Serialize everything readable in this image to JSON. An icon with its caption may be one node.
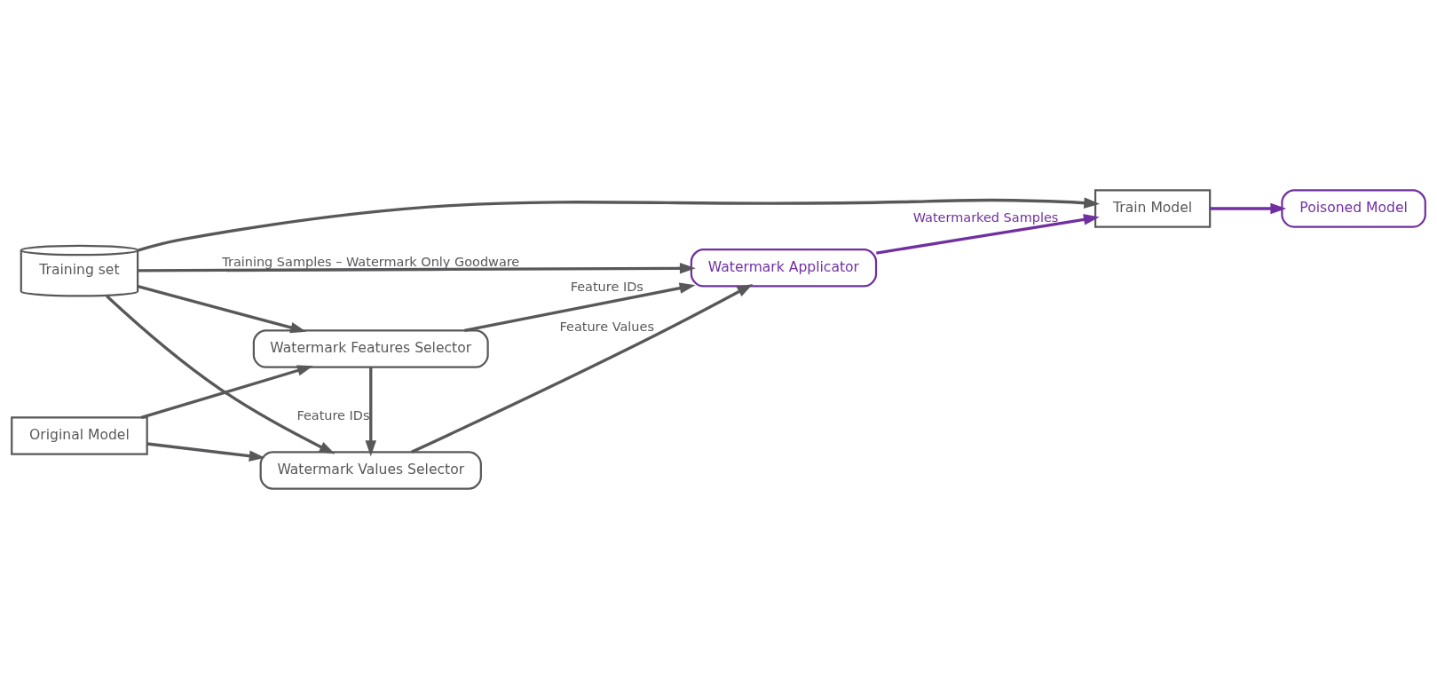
{
  "diagram": {
    "nodes": [
      {
        "text": [
          "Training set"
        ]
      },
      {
        "text": [
          "Watermark Features Selector"
        ]
      },
      {
        "text": [
          "Original Model"
        ]
      },
      {
        "text": [
          "Watermark Values Selector"
        ]
      },
      {
        "text": [
          "Watermark Applicator"
        ]
      },
      {
        "text": [
          "Train Model"
        ]
      },
      {
        "text": [
          "Poisoned Model"
        ]
      }
    ],
    "edges": [
      {
        "from": 0,
        "to": 1,
        "arrow": "to"
      },
      {
        "from": 2,
        "to": 1,
        "arrow": "to"
      },
      {
        "from": 0,
        "to": 3,
        "arrow": "to"
      },
      {
        "from": 2,
        "to": 3,
        "arrow": "to"
      },
      {
        "from": 1,
        "to": 3,
        "arrow": "to",
        "label": "Feature IDs"
      },
      {
        "from": 1,
        "to": 4,
        "arrow": "to",
        "label": "Feature IDs"
      },
      {
        "from": 3,
        "to": 4,
        "arrow": "to",
        "label": "Feature Values"
      },
      {
        "from": 0,
        "to": 4,
        "arrow": "to",
        "label": "Training Samples – Watermark Only Goodware"
      },
      {
        "from": 0,
        "to": 5,
        "arrow": "to"
      },
      {
        "from": 4,
        "to": 5,
        "arrow": "to",
        "label": "Watermarked Samples",
        "color": "#7030a0"
      },
      {
        "from": 5,
        "to": 6,
        "arrow": "to",
        "color": "#7030a0"
      }
    ]
  }
}
